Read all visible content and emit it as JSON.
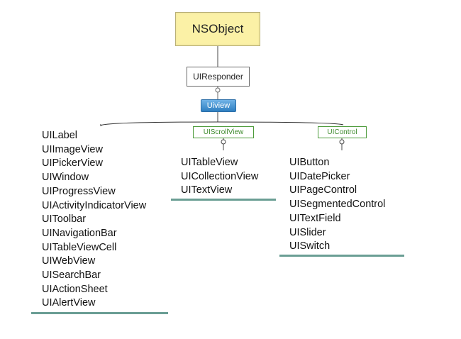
{
  "root": "NSObject",
  "responder": "UIResponder",
  "view": "Uiview",
  "scroll_view": "UIScrollView",
  "control": "UIControl",
  "view_subclasses": [
    "UILabel",
    "UIImageView",
    "UIPickerView",
    "UIWindow",
    "UIProgressView",
    "UIActivityIndicatorView",
    "UIToolbar",
    "UINavigationBar",
    "UITableViewCell",
    "UIWebView",
    "UISearchBar",
    "UIActionSheet",
    "UIAlertView"
  ],
  "scroll_subclasses": [
    "UITableView",
    "UICollectionView",
    "UITextView"
  ],
  "control_subclasses": [
    "UIButton",
    "UIDatePicker",
    "UIPageControl",
    "UISegmentedControl",
    "UITextField",
    "UISlider",
    "UISwitch"
  ],
  "colors": {
    "root_fill": "#fbf1a6",
    "view_fill": "#3a8bd0",
    "subclass_border": "#4c9b3a",
    "underline": "#6a9e94"
  }
}
